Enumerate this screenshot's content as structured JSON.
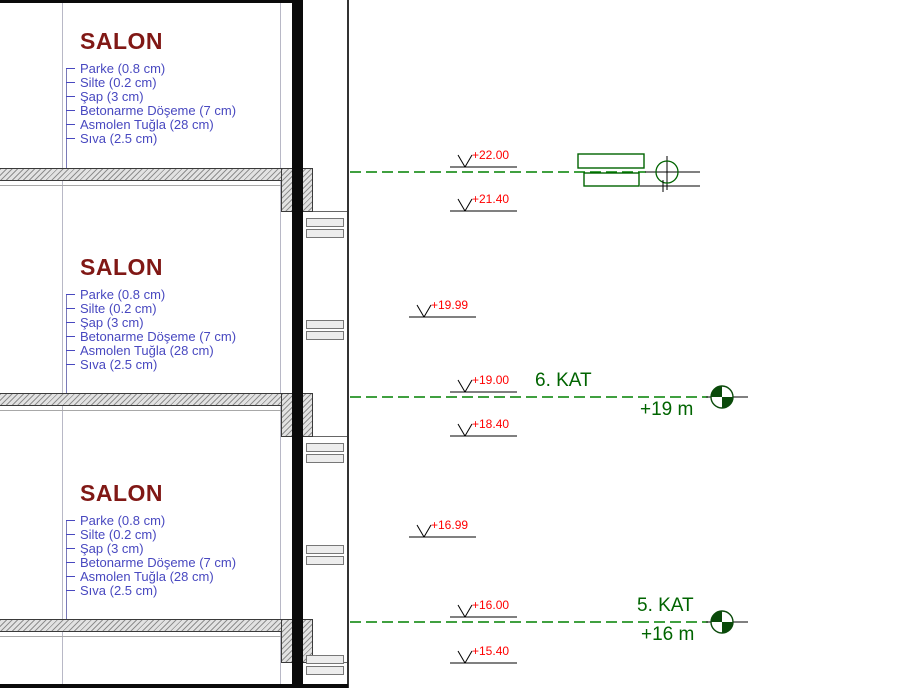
{
  "rooms": [
    {
      "title": "SALON",
      "layers": [
        "Parke (0.8 cm)",
        "Silte (0.2 cm)",
        "Şap (3 cm)",
        "Betonarme Döşeme (7 cm)",
        "Asmolen Tuğla (28 cm)",
        "Sıva (2.5 cm)"
      ]
    },
    {
      "title": "SALON",
      "layers": [
        "Parke (0.8 cm)",
        "Silte (0.2 cm)",
        "Şap (3 cm)",
        "Betonarme Döşeme (7 cm)",
        "Asmolen Tuğla (28 cm)",
        "Sıva (2.5 cm)"
      ]
    },
    {
      "title": "SALON",
      "layers": [
        "Parke (0.8 cm)",
        "Silte (0.2 cm)",
        "Şap (3 cm)",
        "Betonarme Döşeme (7 cm)",
        "Asmolen Tuğla (28 cm)",
        "Sıva (2.5 cm)"
      ]
    }
  ],
  "markers": [
    {
      "value": "+22.00"
    },
    {
      "value": "+21.40"
    },
    {
      "value": "+19.99"
    },
    {
      "value": "+19.00"
    },
    {
      "value": "+18.40"
    },
    {
      "value": "+16.99"
    },
    {
      "value": "+16.00"
    },
    {
      "value": "+15.40"
    }
  ],
  "levels": [
    {
      "name": "6. KAT",
      "elevation": "+19 m"
    },
    {
      "name": "5. KAT",
      "elevation": "+16 m"
    }
  ],
  "colors": {
    "room_title": "#801815",
    "layer_text": "#4848C0",
    "elevation_text": "#FF0000",
    "level_text": "#006400",
    "level_line": "#008000",
    "wall": "#000000"
  }
}
